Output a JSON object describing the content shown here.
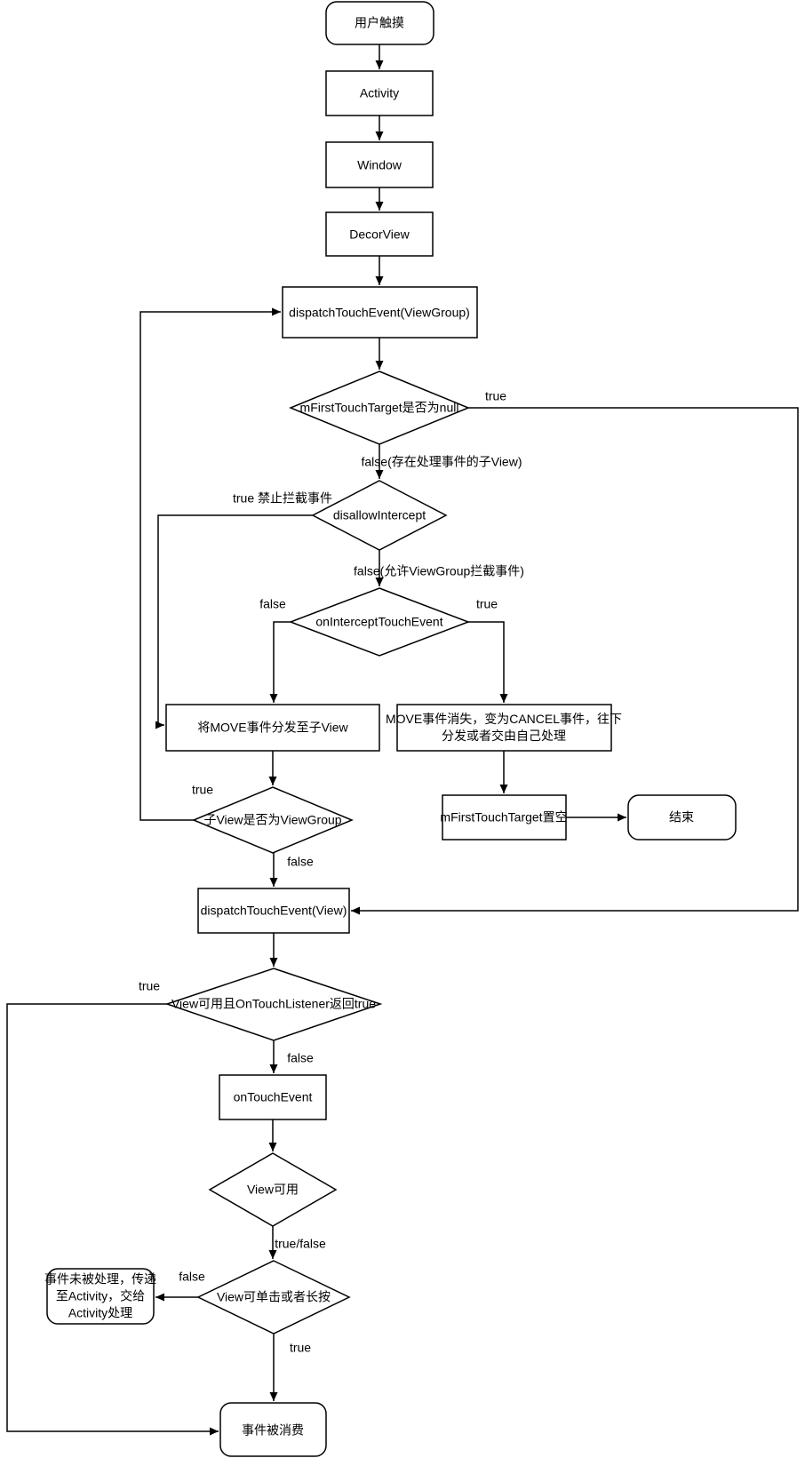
{
  "diagram": {
    "background_color": "#ffffff",
    "stroke_color": "#000000",
    "text_color": "#000000",
    "nodes": {
      "user_touch": {
        "shape": "terminator",
        "label": "用户触摸"
      },
      "activity": {
        "shape": "process",
        "label": "Activity"
      },
      "window": {
        "shape": "process",
        "label": "Window"
      },
      "decor_view": {
        "shape": "process",
        "label": "DecorView"
      },
      "dispatch_viewgroup": {
        "shape": "process",
        "label": "dispatchTouchEvent(ViewGroup)"
      },
      "first_touch_target_null": {
        "shape": "decision",
        "label": "mFirstTouchTarget是否为null"
      },
      "disallow_intercept": {
        "shape": "decision",
        "label": "disallowIntercept"
      },
      "on_intercept_touch_event": {
        "shape": "decision",
        "label": "onInterceptTouchEvent"
      },
      "dispatch_move_to_child": {
        "shape": "process",
        "label": "将MOVE事件分发至子View"
      },
      "move_becomes_cancel": {
        "shape": "process",
        "label": "MOVE事件消失，变为CANCEL事件，往下\n分发或者交由自己处理"
      },
      "child_is_viewgroup": {
        "shape": "decision",
        "label": "子View是否为ViewGroup"
      },
      "clear_first_touch_target": {
        "shape": "process",
        "label": "mFirstTouchTarget置空"
      },
      "end": {
        "shape": "terminator",
        "label": "结束"
      },
      "dispatch_view": {
        "shape": "process",
        "label": "dispatchTouchEvent(View)"
      },
      "listener_returns_true": {
        "shape": "decision",
        "label": "View可用且OnTouchListener返回true"
      },
      "on_touch_event": {
        "shape": "process",
        "label": "onTouchEvent"
      },
      "view_enabled": {
        "shape": "decision",
        "label": "View可用"
      },
      "view_clickable": {
        "shape": "decision",
        "label": "View可单击或者长按"
      },
      "unhandled_to_activity": {
        "shape": "terminator",
        "label": "事件未被处理，传递\n至Activity，交给\nActivity处理"
      },
      "event_consumed": {
        "shape": "terminator",
        "label": "事件被消费"
      }
    },
    "edge_labels": {
      "target_null_true": "true",
      "target_null_false": "false(存在处理事件的子View)",
      "disallow_true": "true 禁止拦截事件",
      "disallow_false": "false(允许ViewGroup拦截事件)",
      "intercept_false": "false",
      "intercept_true": "true",
      "child_vg_true": "true",
      "child_vg_false": "false",
      "listener_true": "true",
      "listener_false": "false",
      "enabled_result": "true/false",
      "clickable_false": "false",
      "clickable_true": "true"
    }
  }
}
